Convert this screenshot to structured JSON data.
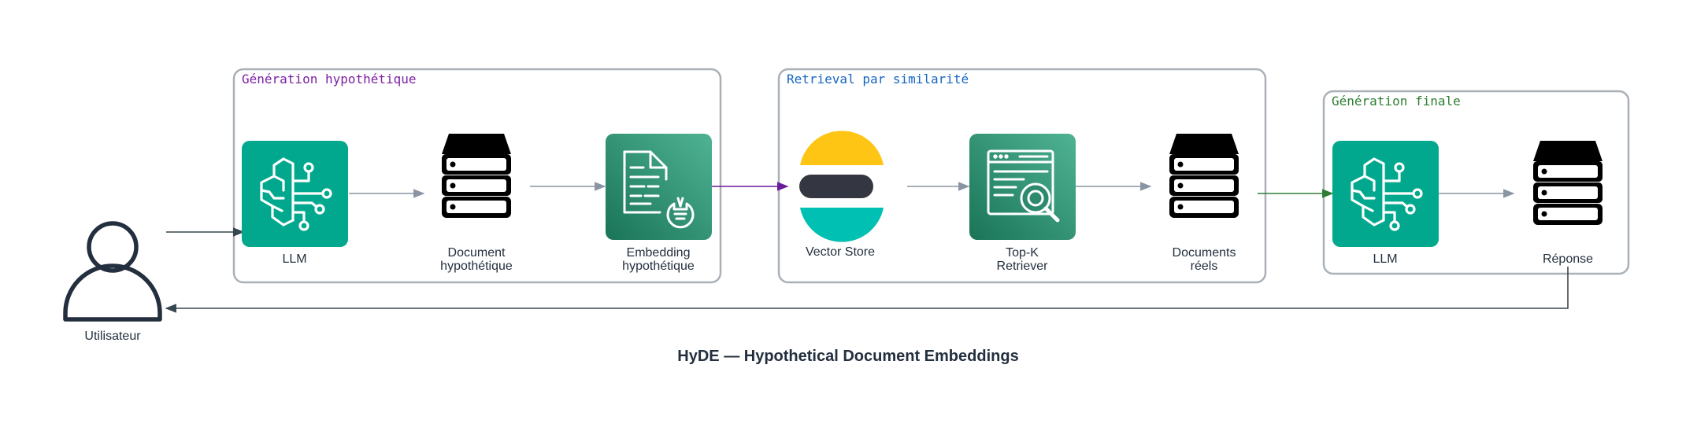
{
  "diagram": {
    "title": "HyDE — Hypothetical Document Embeddings",
    "colors": {
      "hyp_group": "#7b1fa2",
      "retr_group": "#1565c0",
      "final_group": "#2e7d32",
      "llm_tile": "#01a88d",
      "embed_tile": "#2e8a6e",
      "retriever_tile": "#2e8a6e",
      "user_icon": "#232f3e",
      "group_border": "#aab0b8",
      "edge_default": "#8a95a3",
      "edge_purple": "#6a1b9a",
      "edge_green": "#2e7d32",
      "edge_dark": "#37474f"
    },
    "groups": {
      "hypothetical": "Génération hypothétique",
      "retrieval": "Retrieval par similarité",
      "final": "Génération finale"
    },
    "nodes": {
      "user": "Utilisateur",
      "llm1": "LLM",
      "hyp_doc_l1": "Document",
      "hyp_doc_l2": "hypothétique",
      "emb_l1": "Embedding",
      "emb_l2": "hypothétique",
      "vector_store": "Vector Store",
      "topk_l1": "Top-K",
      "topk_l2": "Retriever",
      "docs_l1": "Documents",
      "docs_l2": "réels",
      "llm2": "LLM",
      "response": "Réponse"
    },
    "icons": {
      "user": "user-icon",
      "llm": "brain-circuit-icon",
      "documents": "server-stack-icon",
      "embedding": "document-lightbulb-icon",
      "vector_store": "elastic-logo-icon",
      "retriever": "search-window-icon"
    }
  }
}
